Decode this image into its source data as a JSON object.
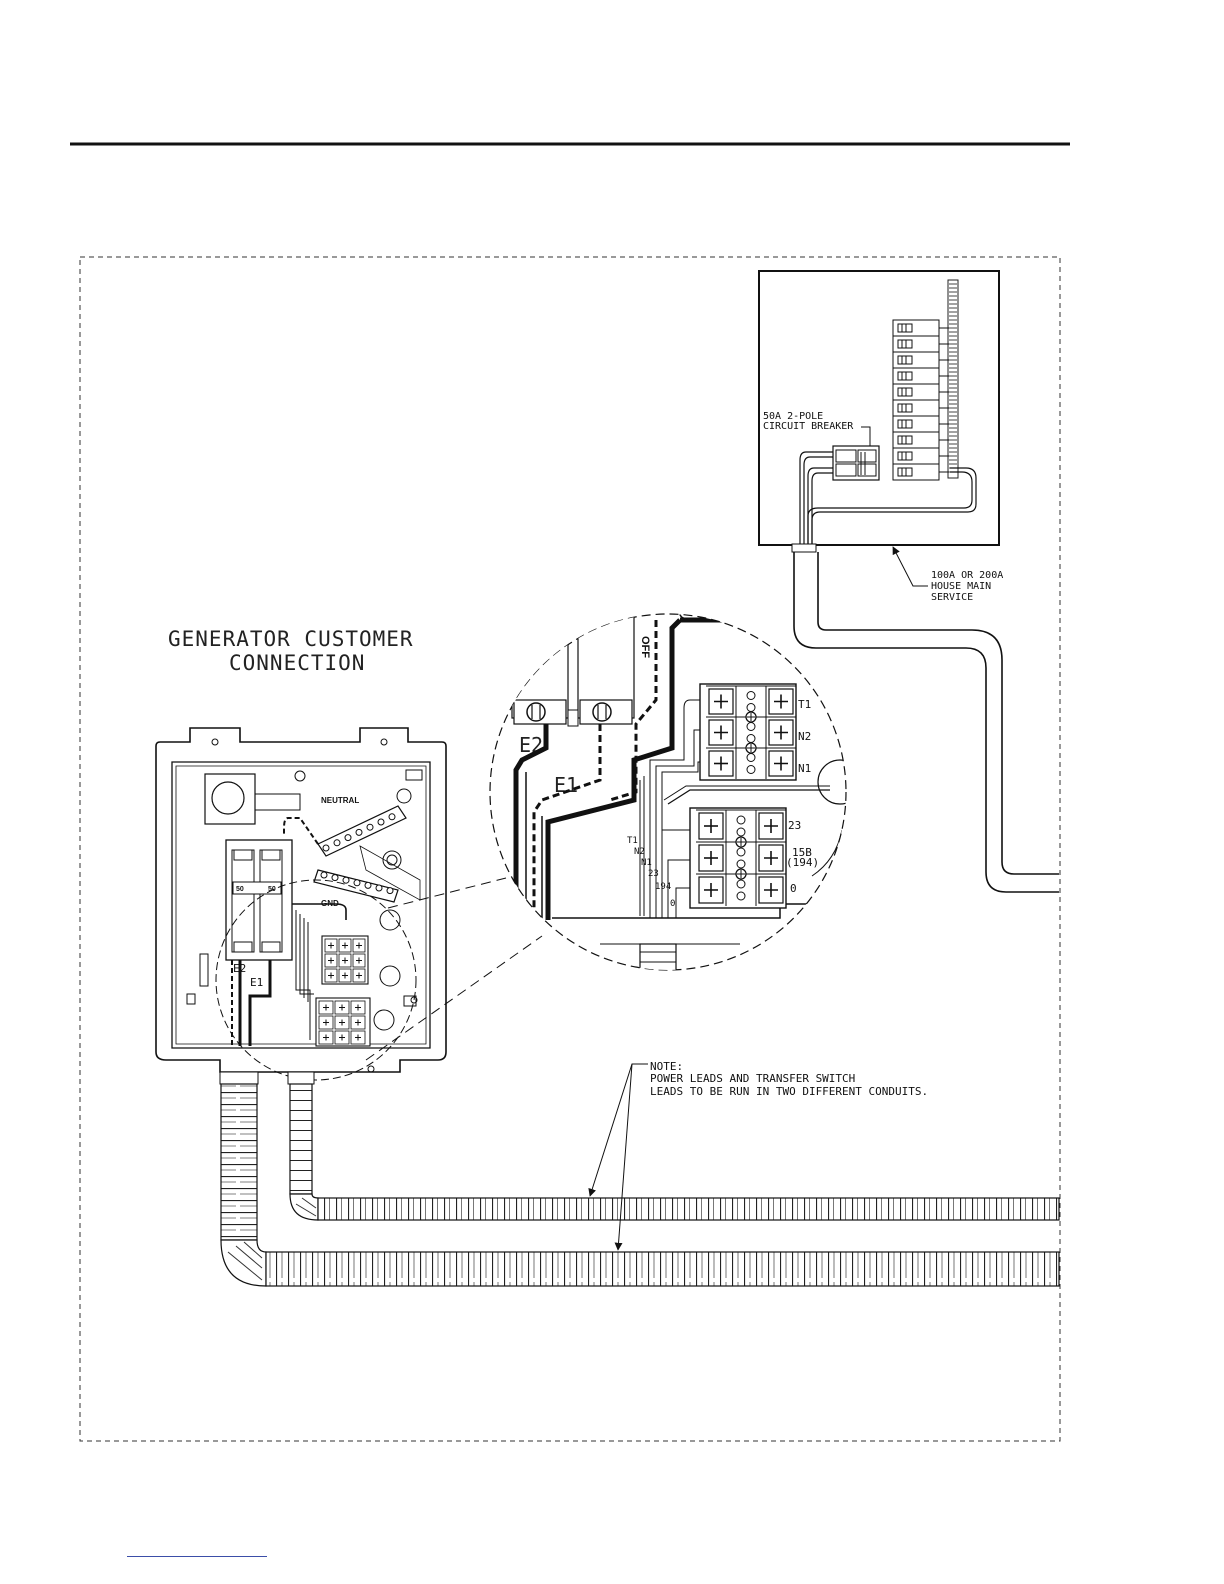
{
  "title_block": {
    "line1": "GENERATOR CUSTOMER",
    "line2": "CONNECTION"
  },
  "main_panel": {
    "breaker_label_line1": "50A 2-POLE",
    "breaker_label_line2": "CIRCUIT BREAKER",
    "service_line1": "100A OR 200A",
    "service_line2": "HOUSE MAIN",
    "service_line3": "SERVICE"
  },
  "generator_box": {
    "neutral_label": "NEUTRAL",
    "gnd_label": "GND",
    "e2_label": "E2",
    "e1_label": "E1",
    "breaker_rating_left": "50",
    "breaker_rating_right": "50"
  },
  "detail": {
    "off_label": "OFF",
    "e2_label": "E2",
    "e1_label": "E1",
    "t1": "T1",
    "n2": "N2",
    "n1": "N1",
    "t23": "23",
    "t15b": "15B",
    "t194p": "(194)",
    "t0": "0",
    "wire_t1": "T1",
    "wire_n2": "N2",
    "wire_n1": "N1",
    "wire_23": "23",
    "wire_194": "194",
    "wire_0": "0"
  },
  "note": {
    "heading": "NOTE:",
    "line1": "POWER LEADS AND TRANSFER SWITCH",
    "line2": "LEADS TO BE RUN IN TWO DIFFERENT CONDUITS."
  }
}
